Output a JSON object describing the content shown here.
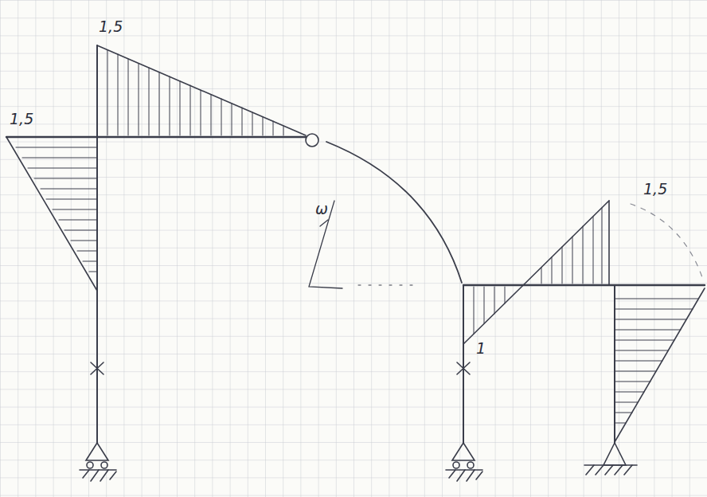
{
  "diagram": {
    "labels": [
      "1,5",
      "1,5",
      "1,5",
      "ω",
      "1"
    ]
  }
}
